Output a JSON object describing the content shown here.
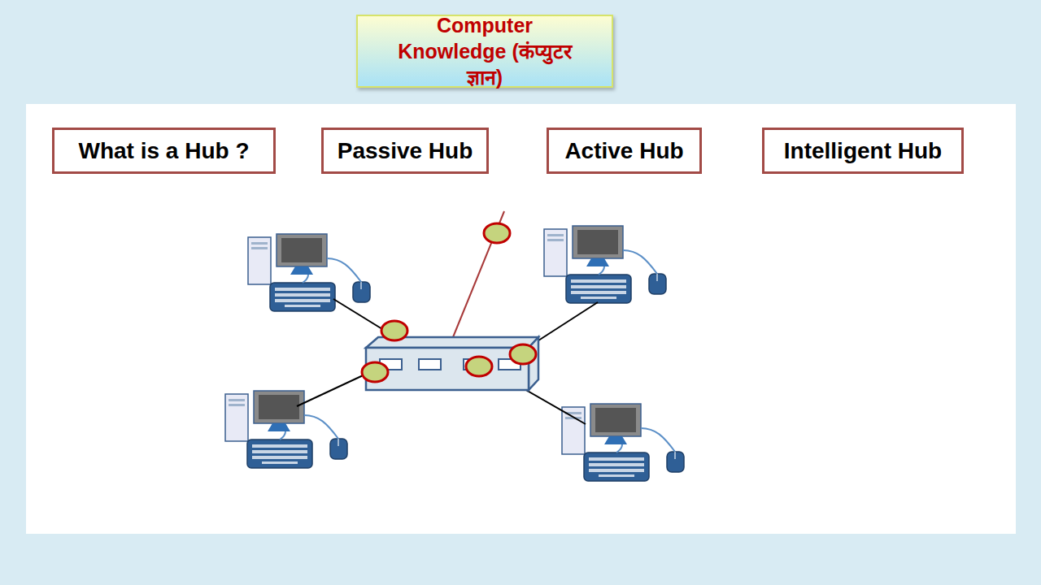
{
  "diagram": {
    "title": "Computer Knowledge (कंप्युटर ज्ञान)",
    "nodes": [
      {
        "text": [
          "What is a Hub ?"
        ]
      },
      {
        "text": [
          "Passive Hub"
        ]
      },
      {
        "text": [
          "Active Hub"
        ]
      },
      {
        "text": [
          "Intelligent Hub"
        ]
      }
    ]
  }
}
